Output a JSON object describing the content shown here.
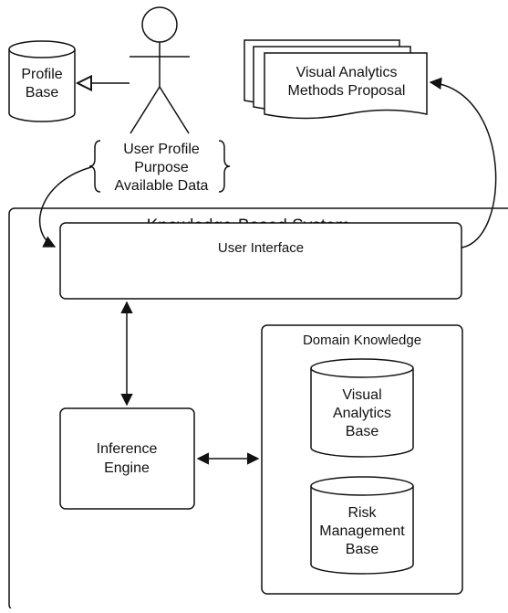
{
  "profile_base": {
    "line1": "Profile",
    "line2": "Base"
  },
  "user_info": {
    "line1": "User Profile",
    "line2": "Purpose",
    "line3": "Available Data"
  },
  "va_proposal": {
    "line1": "Visual Analytics",
    "line2": "Methods Proposal"
  },
  "system": {
    "title": "Knowledge-Based System"
  },
  "user_interface": {
    "label": "User Interface"
  },
  "inference_engine": {
    "line1": "Inference",
    "line2": "Engine"
  },
  "domain_knowledge": {
    "title": "Domain Knowledge"
  },
  "va_base": {
    "line1": "Visual",
    "line2": "Analytics",
    "line3": "Base"
  },
  "risk_base": {
    "line1": "Risk",
    "line2": "Management",
    "line3": "Base"
  }
}
